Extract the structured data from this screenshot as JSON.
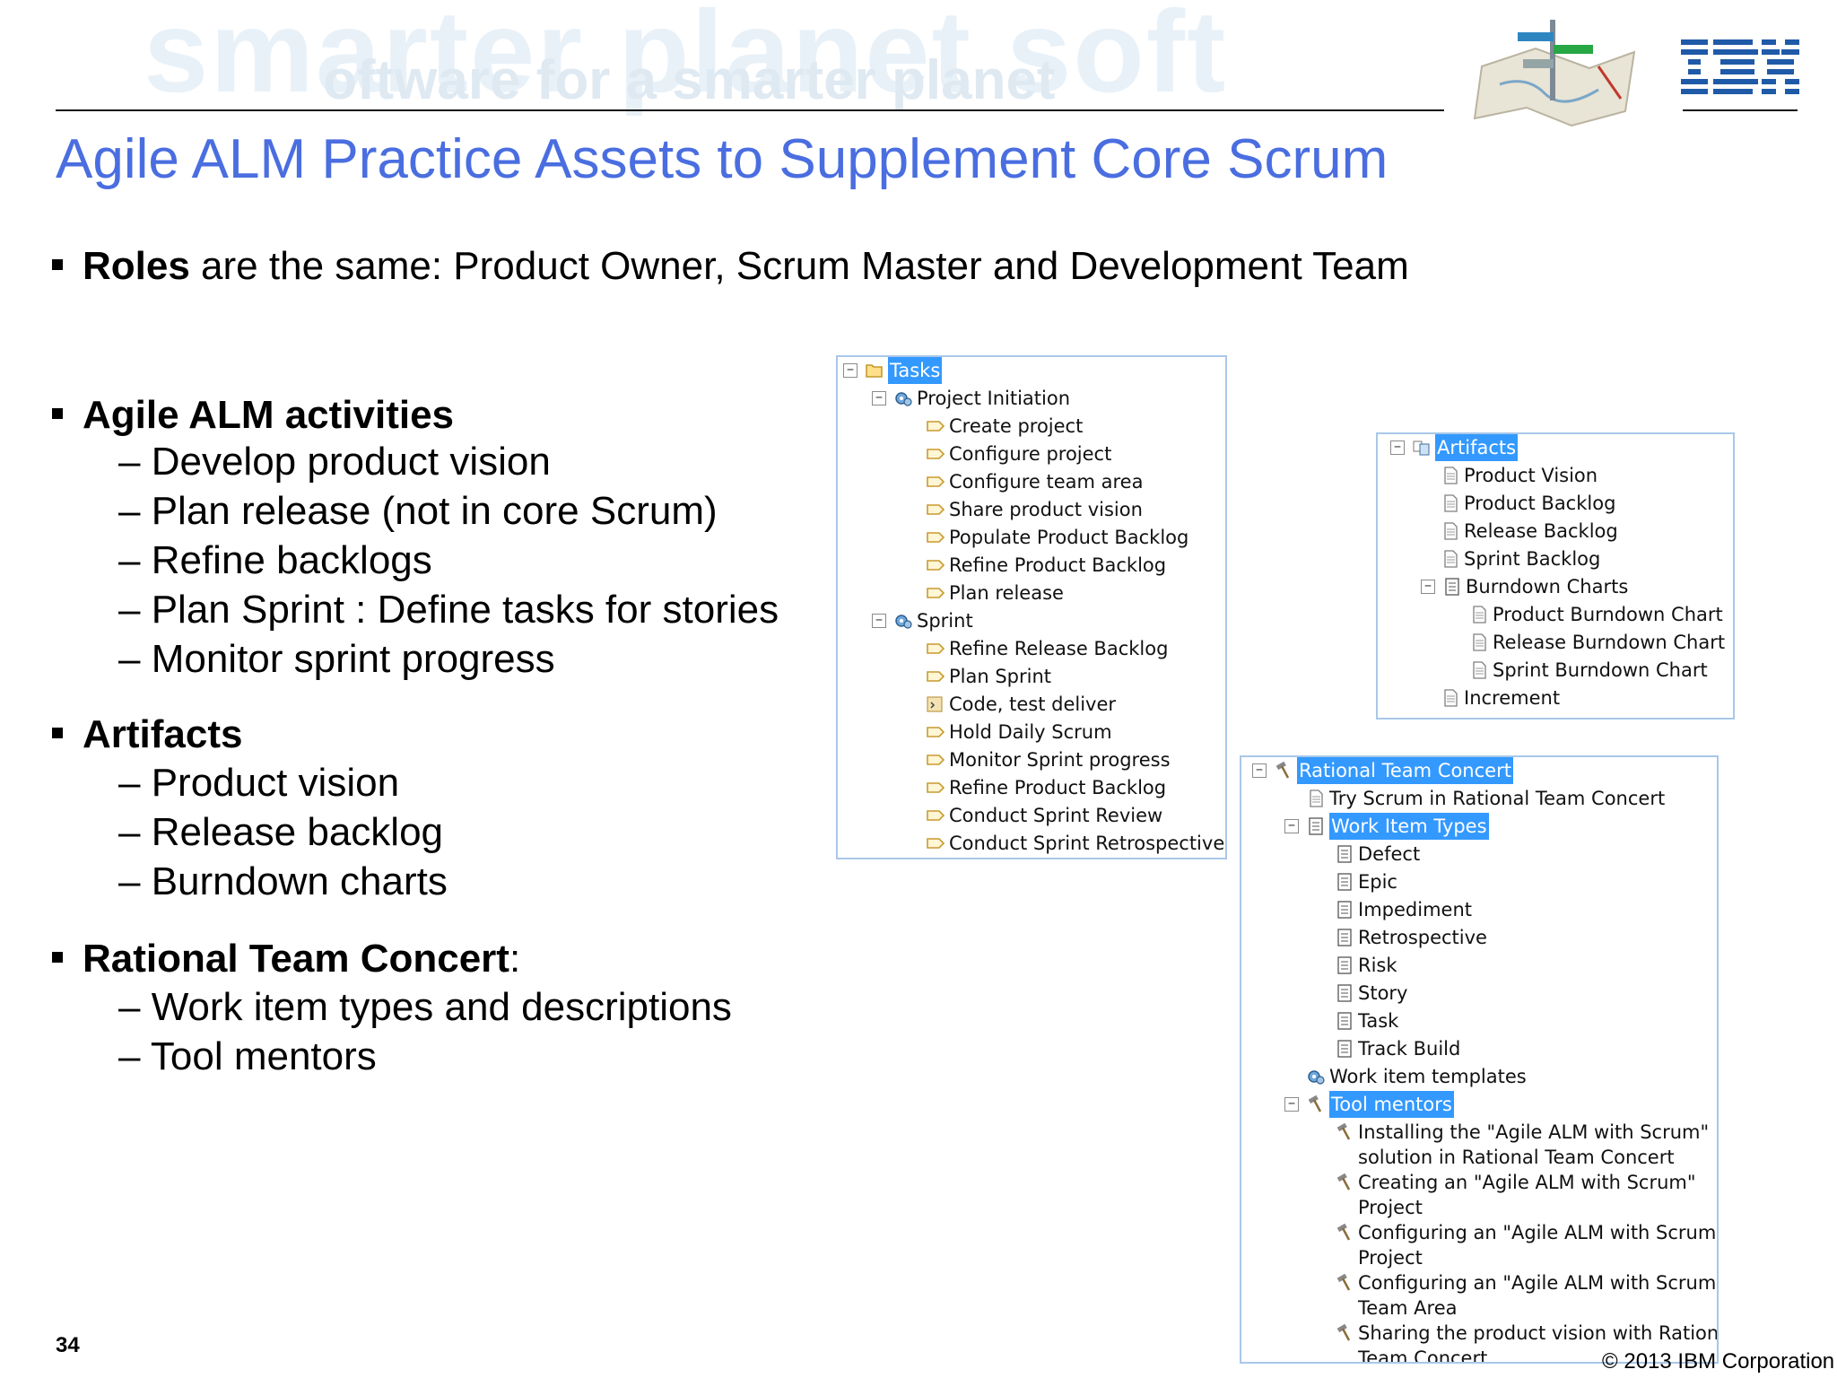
{
  "header": {
    "watermark_big": "smarter planet  soft",
    "watermark_small": "oftware for a smarter planet",
    "title": "Agile ALM Practice Assets to Supplement Core Scrum"
  },
  "bullets": {
    "roles_bold": "Roles",
    "roles_rest": " are the same: Product Owner, Scrum Master and Development Team",
    "activities_heading": "Agile ALM activities",
    "activities": [
      "– Develop product vision",
      "– Plan release (not in core Scrum)",
      "– Refine backlogs",
      "– Plan Sprint : Define tasks for stories",
      "– Monitor sprint progress"
    ],
    "artifacts_heading": "Artifacts",
    "artifacts": [
      "– Product vision",
      "– Release backlog",
      "– Burndown charts"
    ],
    "rtc_heading": "Rational Team Concert",
    "rtc_colon": ":",
    "rtc_items": [
      "– Work item types and descriptions",
      "– Tool mentors"
    ]
  },
  "tasks_tree": {
    "root": "Tasks",
    "group1": "Project Initiation",
    "group1_items": [
      "Create project",
      "Configure project",
      "Configure team area",
      "Share product vision",
      "Populate Product Backlog",
      "Refine Product Backlog",
      "Plan release"
    ],
    "group2": "Sprint",
    "group2_items": [
      "Refine Release Backlog",
      "Plan Sprint",
      "Code, test deliver",
      "Hold Daily Scrum",
      "Monitor Sprint progress",
      "Refine Product Backlog",
      "Conduct Sprint Review",
      "Conduct Sprint Retrospective"
    ]
  },
  "artifacts_tree": {
    "root": "Artifacts",
    "items": [
      "Product Vision",
      "Product Backlog",
      "Release Backlog",
      "Sprint Backlog"
    ],
    "burndown": "Burndown Charts",
    "burndown_items": [
      "Product Burndown Chart",
      "Release Burndown Chart",
      "Sprint Burndown Chart"
    ],
    "last": "Increment"
  },
  "rtc_tree": {
    "root": "Rational Team Concert",
    "try": "Try Scrum in Rational Team Concert",
    "wit": "Work Item Types",
    "wit_items": [
      "Defect",
      "Epic",
      "Impediment",
      "Retrospective",
      "Risk",
      "Story",
      "Task",
      "Track Build"
    ],
    "templates": "Work item templates",
    "mentors": "Tool mentors",
    "mentor_items": [
      [
        "Installing the \"Agile ALM with Scrum\"",
        "solution in Rational Team Concert"
      ],
      [
        "Creating an \"Agile ALM with Scrum\"",
        "Project"
      ],
      [
        "Configuring an \"Agile ALM with Scrum\"",
        "Project"
      ],
      [
        "Configuring an \"Agile ALM with Scrum\"",
        "Team Area"
      ],
      [
        "Sharing the product vision with Rational",
        "Team Concert"
      ]
    ]
  },
  "footer": {
    "page_number": "34",
    "copyright": "© 2013 IBM Corporation"
  },
  "colors": {
    "title": "#4a6ee0",
    "selection": "#3399ff",
    "panel_border": "#a9c7ea"
  },
  "icons": {
    "task": "task-arrow-icon",
    "group": "gears-icon",
    "artifact": "document-icon",
    "work_item_type": "list-icon",
    "tool_mentor": "hammer-icon",
    "logo": "ibm-logo-icon"
  }
}
